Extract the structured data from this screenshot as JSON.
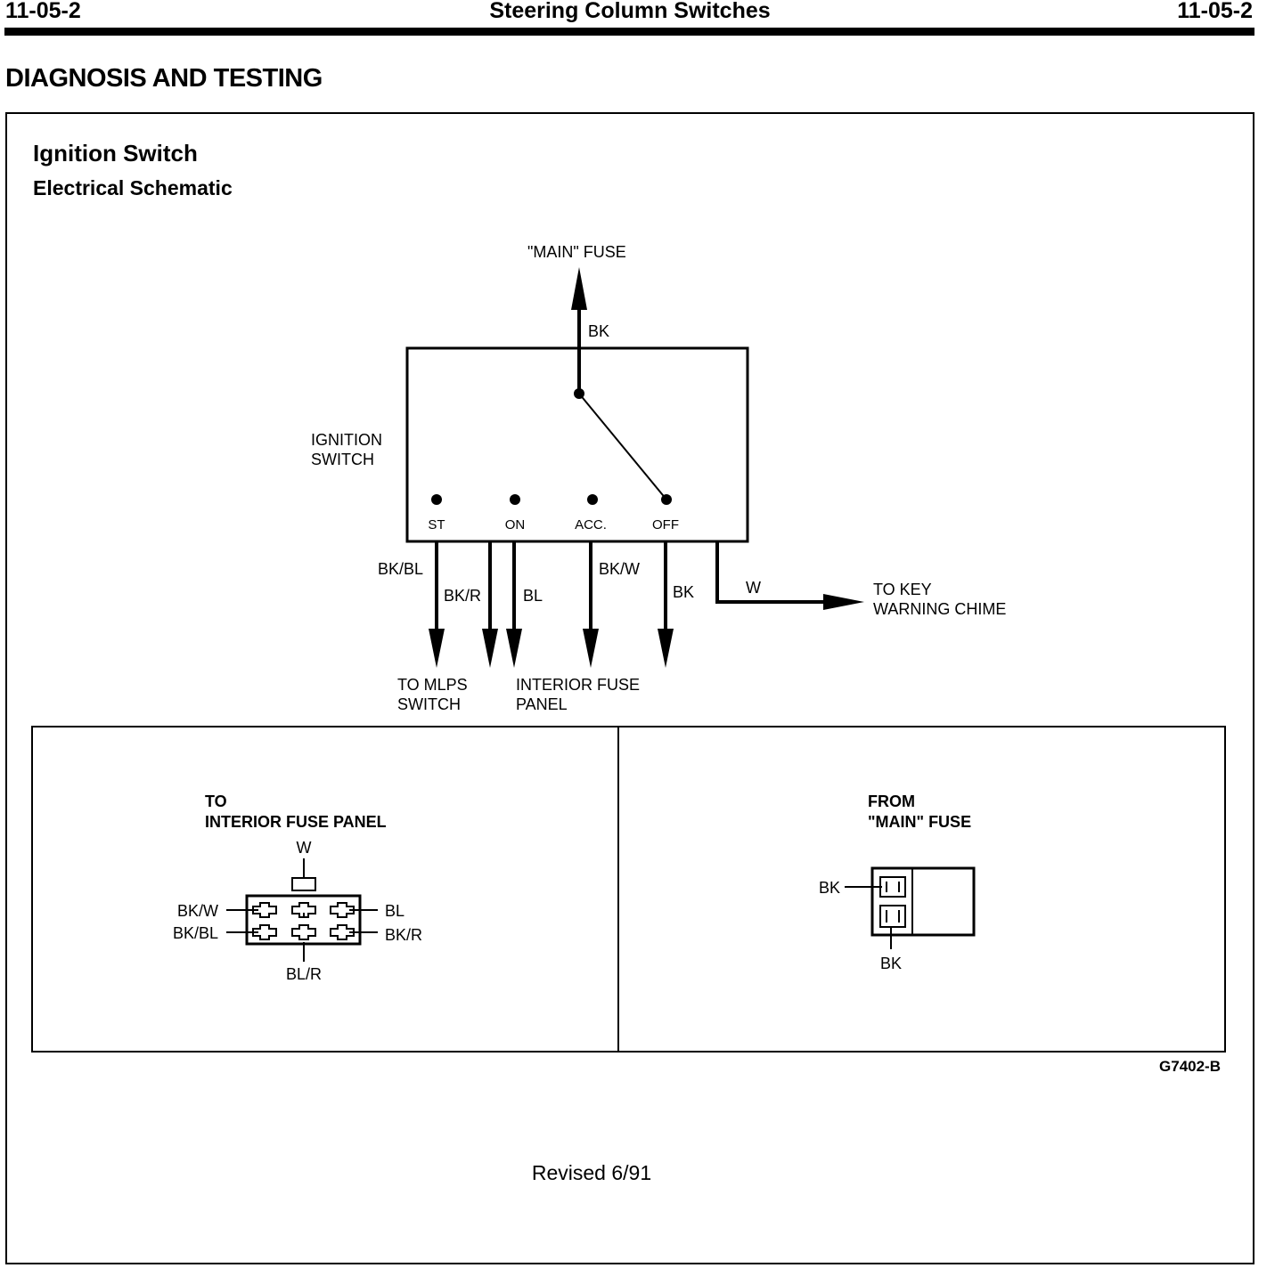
{
  "header": {
    "left_code": "11-05-2",
    "center_title": "Steering Column Switches",
    "right_code": "11-05-2"
  },
  "section_title": "DIAGNOSIS AND TESTING",
  "figure": {
    "title": "Ignition Switch",
    "subtitle": "Electrical Schematic",
    "figure_id": "G7402-B"
  },
  "schematic": {
    "main_fuse_label": "\"MAIN\" FUSE",
    "main_fuse_wire": "BK",
    "switch_label": [
      "IGNITION",
      "SWITCH"
    ],
    "positions": [
      "ST",
      "ON",
      "ACC.",
      "OFF"
    ],
    "wires": {
      "st": "BK/BL",
      "on_1": "BK/R",
      "on_2": "BL",
      "acc": "BK/W",
      "off": "BK",
      "chime": "W"
    },
    "destinations": {
      "mlps": [
        "TO MLPS",
        "SWITCH"
      ],
      "fuse_panel": [
        "INTERIOR FUSE",
        "PANEL"
      ],
      "chime": [
        "TO KEY",
        "WARNING CHIME"
      ]
    }
  },
  "connectors": {
    "left": {
      "title": [
        "TO",
        "INTERIOR FUSE PANEL"
      ],
      "pins": {
        "top": "W",
        "upper_left": "BK/W",
        "lower_left": "BK/BL",
        "upper_right": "BL",
        "lower_right": "BK/R",
        "bottom": "BL/R"
      }
    },
    "right": {
      "title": [
        "FROM",
        "\"MAIN\" FUSE"
      ],
      "pins": {
        "side": "BK",
        "bottom": "BK"
      }
    }
  },
  "footer": {
    "revised": "Revised 6/91"
  }
}
